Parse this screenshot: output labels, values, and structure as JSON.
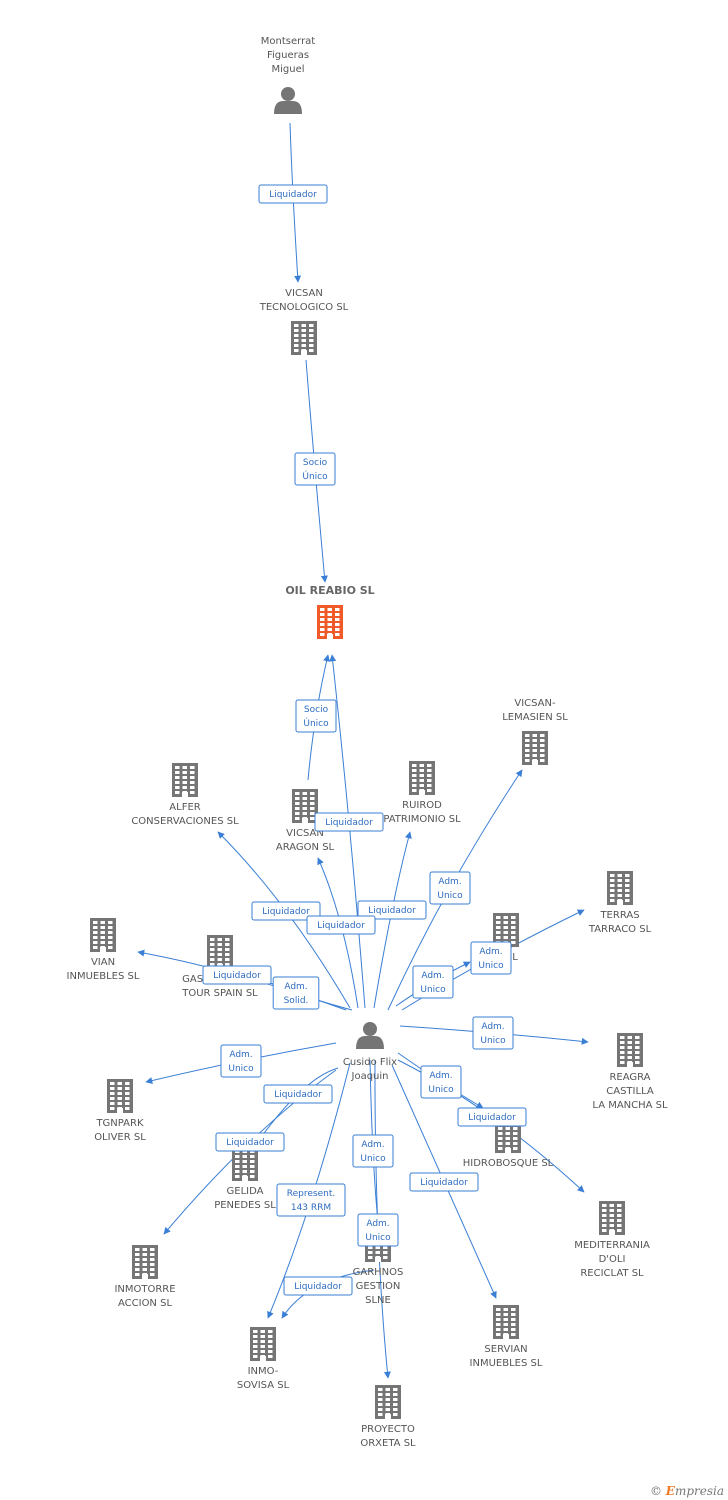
{
  "colors": {
    "edge": "#3a7fd5",
    "node": "#757575",
    "focus": "#f05a28"
  },
  "nodes": [
    {
      "id": "montserrat",
      "type": "person",
      "label": [
        "Montserrat",
        "Figueras",
        "Miguel"
      ]
    },
    {
      "id": "vicsan_tec",
      "type": "company",
      "label": [
        "VICSAN",
        "TECNOLOGICO SL"
      ]
    },
    {
      "id": "oil",
      "type": "company",
      "focus": true,
      "label": [
        "OIL REABIO SL"
      ]
    },
    {
      "id": "cusido",
      "type": "person",
      "label": [
        "Cusido Flix",
        "Joaquin"
      ]
    },
    {
      "id": "lemasien",
      "type": "company",
      "label": [
        "VICSAN-",
        "LEMASIEN SL"
      ]
    },
    {
      "id": "alfer",
      "type": "company",
      "label": [
        "ALFER",
        "CONSERVACIONES SL"
      ]
    },
    {
      "id": "ruirod",
      "type": "company",
      "label": [
        "RUIROD",
        "PATRIMONIO SL"
      ]
    },
    {
      "id": "aragon",
      "type": "company",
      "label": [
        "VICSAN",
        "ARAGON SL"
      ]
    },
    {
      "id": "terras",
      "type": "company",
      "label": [
        "TERRAS",
        "TARRACO SL"
      ]
    },
    {
      "id": "msl",
      "type": "company",
      "label": [
        "M SL"
      ]
    },
    {
      "id": "vian",
      "type": "company",
      "label": [
        "VIAN",
        "INMUEBLES SL"
      ]
    },
    {
      "id": "gastro",
      "type": "company",
      "label": [
        "GASTRONOMIC",
        "TOUR SPAIN SL"
      ]
    },
    {
      "id": "reagra",
      "type": "company",
      "label": [
        "REAGRA",
        "CASTILLA",
        "LA MANCHA SL"
      ]
    },
    {
      "id": "tgnpark",
      "type": "company",
      "label": [
        "TGNPARK",
        "OLIVER  SL"
      ]
    },
    {
      "id": "hidro",
      "type": "company",
      "label": [
        "HIDROBOSQUE SL"
      ]
    },
    {
      "id": "gelida",
      "type": "company",
      "label": [
        "GELIDA",
        "PENEDES SL"
      ]
    },
    {
      "id": "mediterrania",
      "type": "company",
      "label": [
        "MEDITERRANIA",
        "D'OLI",
        "RECICLAT SL"
      ]
    },
    {
      "id": "inmotorre",
      "type": "company",
      "label": [
        "INMOTORRE",
        "ACCION SL"
      ]
    },
    {
      "id": "garhnos",
      "type": "company",
      "label": [
        "GARHNOS",
        "GESTION",
        "SLNE"
      ]
    },
    {
      "id": "servian",
      "type": "company",
      "label": [
        "SERVIAN",
        "INMUEBLES SL"
      ]
    },
    {
      "id": "inmosovisa",
      "type": "company",
      "label": [
        "INMO-",
        "SOVISA SL"
      ]
    },
    {
      "id": "orxeta",
      "type": "company",
      "label": [
        "PROYECTO",
        "ORXETA SL"
      ]
    }
  ],
  "edges": [
    {
      "from": "montserrat",
      "to": "vicsan_tec",
      "label": [
        "Liquidador"
      ]
    },
    {
      "from": "vicsan_tec",
      "to": "oil",
      "label": [
        "Socio",
        "Único"
      ]
    },
    {
      "from": "aragon",
      "to": "oil",
      "label": [
        "Socio",
        "Único"
      ]
    },
    {
      "from": "cusido",
      "to": "oil",
      "label": [
        "Liquidador"
      ]
    },
    {
      "from": "cusido",
      "to": "lemasien",
      "label": [
        "Adm.",
        "Unico"
      ]
    },
    {
      "from": "cusido",
      "to": "alfer",
      "label": [
        "Liquidador"
      ]
    },
    {
      "from": "cusido",
      "to": "ruirod",
      "label": [
        "Liquidador"
      ]
    },
    {
      "from": "cusido",
      "to": "aragon",
      "label": [
        "Liquidador"
      ]
    },
    {
      "from": "cusido",
      "to": "terras",
      "label": [
        "Adm.",
        "Unico"
      ]
    },
    {
      "from": "cusido",
      "to": "msl",
      "label": [
        "Adm.",
        "Unico"
      ]
    },
    {
      "from": "cusido",
      "to": "vian",
      "label": [
        "Liquidador"
      ]
    },
    {
      "from": "cusido",
      "to": "gastro",
      "label": [
        "Adm.",
        "Solid."
      ]
    },
    {
      "from": "cusido",
      "to": "reagra",
      "label": [
        "Adm.",
        "Unico"
      ]
    },
    {
      "from": "cusido",
      "to": "tgnpark",
      "label": [
        "Adm.",
        "Unico"
      ]
    },
    {
      "from": "cusido",
      "to": "hidro",
      "label": [
        "Adm.",
        "Unico"
      ]
    },
    {
      "from": "cusido",
      "to": "mediterrania",
      "label": [
        "Liquidador"
      ]
    },
    {
      "from": "cusido",
      "to": "gelida",
      "label": [
        "Liquidador"
      ]
    },
    {
      "from": "cusido",
      "to": "inmotorre",
      "label": [
        "Liquidador"
      ]
    },
    {
      "from": "cusido",
      "to": "garhnos",
      "label": [
        "Adm.",
        "Unico"
      ]
    },
    {
      "from": "cusido",
      "to": "servian",
      "label": [
        "Liquidador"
      ]
    },
    {
      "from": "cusido",
      "to": "inmosovisa",
      "label": [
        "Represent.",
        "143 RRM"
      ]
    },
    {
      "from": "garhnos",
      "to": "inmosovisa",
      "label": [
        "Liquidador"
      ]
    },
    {
      "from": "cusido",
      "to": "orxeta",
      "label": [
        "Adm.",
        "Unico"
      ]
    }
  ],
  "footer": {
    "copyright": "©",
    "brand_initial": "E",
    "brand_rest": "mpresia"
  }
}
